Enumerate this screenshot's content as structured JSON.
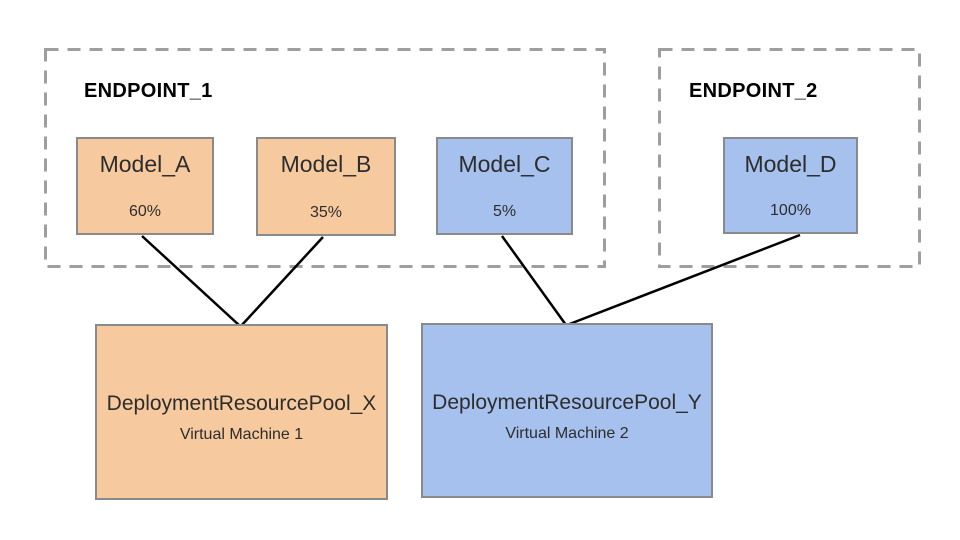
{
  "colors": {
    "background": "#ffffff",
    "orange_fill": "#F6CA9E",
    "blue_fill": "#A6C1EE",
    "box_border": "#8a8a8a",
    "endpoint_border": "#9e9e9e",
    "connector": "#000000",
    "text": "#2d2d2d",
    "label_text": "#000000"
  },
  "endpoints": [
    {
      "label": "ENDPOINT_1"
    },
    {
      "label": "ENDPOINT_2"
    }
  ],
  "models": [
    {
      "name": "Model_A",
      "traffic_split": "60%",
      "endpoint": "ENDPOINT_1",
      "pool": "DeploymentResourcePool_X",
      "color_group": "orange"
    },
    {
      "name": "Model_B",
      "traffic_split": "35%",
      "endpoint": "ENDPOINT_1",
      "pool": "DeploymentResourcePool_X",
      "color_group": "orange"
    },
    {
      "name": "Model_C",
      "traffic_split": "5%",
      "endpoint": "ENDPOINT_1",
      "pool": "DeploymentResourcePool_Y",
      "color_group": "blue"
    },
    {
      "name": "Model_D",
      "traffic_split": "100%",
      "endpoint": "ENDPOINT_2",
      "pool": "DeploymentResourcePool_Y",
      "color_group": "blue"
    }
  ],
  "pools": [
    {
      "name": "DeploymentResourcePool_X",
      "vm": "Virtual Machine 1",
      "color_group": "orange"
    },
    {
      "name": "DeploymentResourcePool_Y",
      "vm": "Virtual Machine 2",
      "color_group": "blue"
    }
  ],
  "connections": [
    {
      "from": "Model_A",
      "to": "DeploymentResourcePool_X"
    },
    {
      "from": "Model_B",
      "to": "DeploymentResourcePool_X"
    },
    {
      "from": "Model_C",
      "to": "DeploymentResourcePool_Y"
    },
    {
      "from": "Model_D",
      "to": "DeploymentResourcePool_Y"
    }
  ]
}
